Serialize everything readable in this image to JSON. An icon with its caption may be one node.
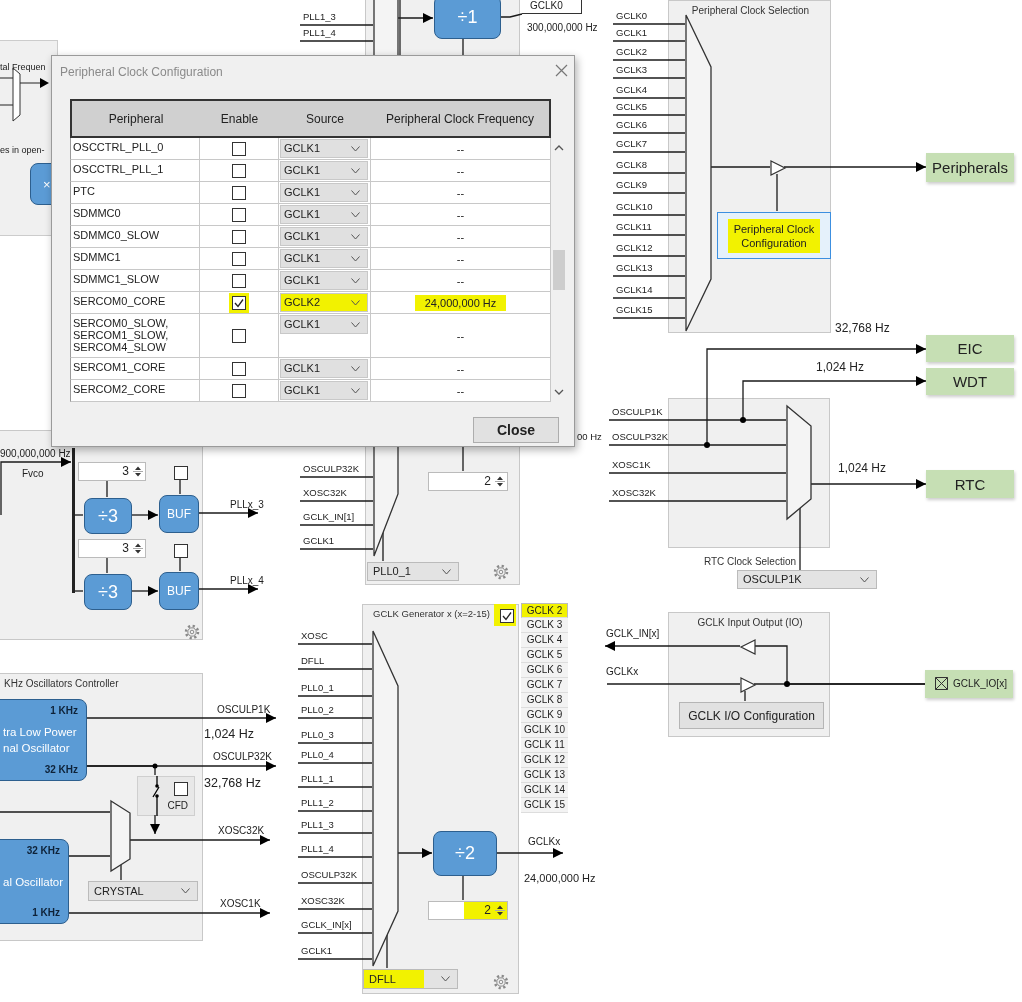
{
  "diagram": {
    "nodes": [
      {
        "text": [
          "Peripheral Clock Configuration"
        ]
      },
      {
        "text": [
          "Close"
        ],
        "in": 0
      },
      {
        "text": [],
        "shape": "box"
      },
      {
        "text": [
          "÷1"
        ],
        "in": 2
      },
      {
        "text": [],
        "shape": "trapezoid",
        "in": 2
      },
      {
        "text": [
          "2"
        ],
        "in": 2
      },
      {
        "text": [
          "PLL0_1"
        ],
        "in": 2
      },
      {
        "text": [
          "GCLK0"
        ]
      },
      {
        "text": [],
        "shape": "box"
      },
      {
        "text": [
          "÷3"
        ],
        "in": 8
      },
      {
        "text": [
          "BUF"
        ],
        "in": 8
      },
      {
        "text": [
          "÷3"
        ],
        "in": 8
      },
      {
        "text": [
          "BUF"
        ],
        "in": 8
      },
      {
        "text": [
          "3"
        ],
        "in": 8
      },
      {
        "text": [
          "3"
        ],
        "in": 8
      },
      {
        "text": [
          "KHz Oscillators Controller"
        ]
      },
      {
        "text": [
          "1 KHz",
          "tra Low Power nal Oscillator",
          "32 KHz"
        ],
        "in": 15
      },
      {
        "text": [
          "32 KHz",
          "al Oscillator",
          "1 KHz"
        ],
        "in": 15
      },
      {
        "text": [],
        "shape": "trapezoid",
        "in": 15
      },
      {
        "text": [
          "CFD"
        ],
        "in": 15
      },
      {
        "text": [
          "CRYSTAL"
        ],
        "in": 15
      },
      {
        "text": [
          "GCLK Generator x (x=2-15)"
        ]
      },
      {
        "text": [],
        "shape": "trapezoid",
        "in": 21
      },
      {
        "text": [
          "÷2"
        ],
        "in": 21
      },
      {
        "text": [
          "2"
        ],
        "in": 21
      },
      {
        "text": [
          "DFLL"
        ],
        "in": 21
      },
      {
        "text": [
          "Peripheral Clock Selection"
        ]
      },
      {
        "text": [],
        "shape": "trapezoid",
        "in": 26
      },
      {
        "text": [
          "Peripheral Clock Configuration"
        ],
        "in": 26
      },
      {
        "text": [
          "Peripherals"
        ]
      },
      {
        "text": [
          "EIC"
        ]
      },
      {
        "text": [
          "WDT"
        ]
      },
      {
        "text": [
          "RTC Clock Selection"
        ]
      },
      {
        "text": [],
        "shape": "trapezoid",
        "in": 32
      },
      {
        "text": [
          "OSCULP1K"
        ]
      },
      {
        "text": [
          "RTC"
        ]
      },
      {
        "text": [
          "GCLK Input Output (IO)"
        ]
      },
      {
        "text": [
          "GCLK I/O Configuration"
        ],
        "in": 36
      },
      {
        "text": [
          "GCLK_IO[x]"
        ]
      },
      {
        "text": [
          "×"
        ]
      },
      {
        "text": [],
        "shape": "bar",
        "in": 8
      },
      {
        "text": [],
        "shape": "checkbox",
        "in": 8
      },
      {
        "text": [],
        "shape": "checkbox",
        "in": 8
      },
      {
        "text": [],
        "shape": "triangle",
        "in": 26
      },
      {
        "text": [],
        "shape": "triangle",
        "in": 36
      },
      {
        "text": [],
        "shape": "triangle",
        "in": 36
      }
    ],
    "edges": [
      {
        "from": null,
        "to": 4,
        "arrow": "none",
        "label": "PLL1_3"
      },
      {
        "from": null,
        "to": 4,
        "arrow": "none",
        "label": "PLL1_4"
      },
      {
        "from": null,
        "to": 4,
        "arrow": "none",
        "label": "OSCULP32K"
      },
      {
        "from": null,
        "to": 4,
        "arrow": "none",
        "label": "XOSC32K"
      },
      {
        "from": null,
        "to": 4,
        "arrow": "none",
        "label": "GCLK_IN[1]"
      },
      {
        "from": null,
        "to": 4,
        "arrow": "none",
        "label": "GCLK1"
      },
      {
        "from": 4,
        "to": 3,
        "arrow": "to"
      },
      {
        "from": 3,
        "to": 7,
        "arrow": "none"
      },
      {
        "from": 5,
        "to": 3,
        "arrow": "none"
      },
      {
        "from": 6,
        "to": 4,
        "arrow": "none"
      },
      {
        "from": 13,
        "to": 9,
        "arrow": "none"
      },
      {
        "from": 14,
        "to": 11,
        "arrow": "none"
      },
      {
        "from": 9,
        "to": 10,
        "arrow": "to"
      },
      {
        "from": 11,
        "to": 12,
        "arrow": "to"
      },
      {
        "from": 10,
        "to": null,
        "arrow": "to",
        "label": "PLLx_3"
      },
      {
        "from": 12,
        "to": null,
        "arrow": "to",
        "label": "PLLx_4"
      },
      {
        "from": 16,
        "to": null,
        "arrow": "to",
        "label": "OSCULP1K"
      },
      {
        "from": 16,
        "to": null,
        "arrow": "to",
        "label": "OSCULP32K"
      },
      {
        "from": 18,
        "to": null,
        "arrow": "to",
        "label": "XOSC32K"
      },
      {
        "from": 17,
        "to": null,
        "arrow": "to",
        "label": "XOSC1K"
      },
      {
        "from": 17,
        "to": 18,
        "arrow": "none"
      },
      {
        "from": null,
        "to": 18,
        "arrow": "none"
      },
      {
        "from": 20,
        "to": 18,
        "arrow": "none"
      },
      {
        "from": null,
        "to": 22,
        "arrow": "none",
        "label": "XOSC"
      },
      {
        "from": null,
        "to": 22,
        "arrow": "none",
        "label": "DFLL"
      },
      {
        "from": null,
        "to": 22,
        "arrow": "none",
        "label": "PLL0_1"
      },
      {
        "from": null,
        "to": 22,
        "arrow": "none",
        "label": "PLL0_2"
      },
      {
        "from": null,
        "to": 22,
        "arrow": "none",
        "label": "PLL0_3"
      },
      {
        "from": null,
        "to": 22,
        "arrow": "none",
        "label": "PLL0_4"
      },
      {
        "from": null,
        "to": 22,
        "arrow": "none",
        "label": "PLL1_1"
      },
      {
        "from": null,
        "to": 22,
        "arrow": "none",
        "label": "PLL1_2"
      },
      {
        "from": null,
        "to": 22,
        "arrow": "none",
        "label": "PLL1_3"
      },
      {
        "from": null,
        "to": 22,
        "arrow": "none",
        "label": "PLL1_4"
      },
      {
        "from": null,
        "to": 22,
        "arrow": "none",
        "label": "OSCULP32K"
      },
      {
        "from": null,
        "to": 22,
        "arrow": "none",
        "label": "XOSC32K"
      },
      {
        "from": null,
        "to": 22,
        "arrow": "none",
        "label": "GCLK_IN[x]"
      },
      {
        "from": null,
        "to": 22,
        "arrow": "none",
        "label": "GCLK1"
      },
      {
        "from": 22,
        "to": 23,
        "arrow": "to"
      },
      {
        "from": 23,
        "to": null,
        "arrow": "to",
        "label": "GCLKx"
      },
      {
        "from": 24,
        "to": 23,
        "arrow": "none"
      },
      {
        "from": 25,
        "to": 22,
        "arrow": "none"
      },
      {
        "from": null,
        "to": 27,
        "arrow": "none",
        "label": "GCLK0"
      },
      {
        "from": null,
        "to": 27,
        "arrow": "none",
        "label": "GCLK1"
      },
      {
        "from": null,
        "to": 27,
        "arrow": "none",
        "label": "GCLK2"
      },
      {
        "from": null,
        "to": 27,
        "arrow": "none",
        "label": "GCLK3"
      },
      {
        "from": null,
        "to": 27,
        "arrow": "none",
        "label": "GCLK4"
      },
      {
        "from": null,
        "to": 27,
        "arrow": "none",
        "label": "GCLK5"
      },
      {
        "from": null,
        "to": 27,
        "arrow": "none",
        "label": "GCLK6"
      },
      {
        "from": null,
        "to": 27,
        "arrow": "none",
        "label": "GCLK7"
      },
      {
        "from": null,
        "to": 27,
        "arrow": "none",
        "label": "GCLK8"
      },
      {
        "from": null,
        "to": 27,
        "arrow": "none",
        "label": "GCLK9"
      },
      {
        "from": null,
        "to": 27,
        "arrow": "none",
        "label": "GCLK10"
      },
      {
        "from": null,
        "to": 27,
        "arrow": "none",
        "label": "GCLK11"
      },
      {
        "from": null,
        "to": 27,
        "arrow": "none",
        "label": "GCLK12"
      },
      {
        "from": null,
        "to": 27,
        "arrow": "none",
        "label": "GCLK13"
      },
      {
        "from": null,
        "to": 27,
        "arrow": "none",
        "label": "GCLK14"
      },
      {
        "from": null,
        "to": 27,
        "arrow": "none",
        "label": "GCLK15"
      },
      {
        "from": 27,
        "to": 43,
        "arrow": "none"
      },
      {
        "from": null,
        "to": 30,
        "arrow": "to",
        "label": "32,768 Hz"
      },
      {
        "from": null,
        "to": 31,
        "arrow": "to",
        "label": "1,024 Hz"
      },
      {
        "from": null,
        "to": 33,
        "arrow": "none",
        "label": "OSCULP1K"
      },
      {
        "from": null,
        "to": 33,
        "arrow": "none",
        "label": "OSCULP32K"
      },
      {
        "from": null,
        "to": 33,
        "arrow": "none",
        "label": "XOSC1K"
      },
      {
        "from": null,
        "to": 33,
        "arrow": "none",
        "label": "XOSC32K"
      },
      {
        "from": 33,
        "to": 35,
        "arrow": "to",
        "label": "1,024 Hz"
      },
      {
        "from": 34,
        "to": 33,
        "arrow": "none"
      },
      {
        "from": 38,
        "to": 44,
        "arrow": "none"
      },
      {
        "from": null,
        "to": 45,
        "arrow": "none",
        "label": "GCLKx"
      },
      {
        "from": 43,
        "to": 29,
        "arrow": "to"
      },
      {
        "from": 28,
        "to": 43,
        "arrow": "none"
      },
      {
        "from": 44,
        "to": null,
        "arrow": "to",
        "label": "GCLK_IN[x]"
      },
      {
        "from": 45,
        "to": 38,
        "arrow": "none"
      },
      {
        "from": 37,
        "to": 45,
        "arrow": "none"
      },
      {
        "from": null,
        "to": 40,
        "arrow": "to"
      },
      {
        "from": 40,
        "to": 9,
        "arrow": "none"
      },
      {
        "from": 40,
        "to": 11,
        "arrow": "none"
      },
      {
        "from": 41,
        "to": 10,
        "arrow": "none"
      },
      {
        "from": 42,
        "to": 12,
        "arrow": "none"
      },
      {
        "from": 16,
        "to": 19,
        "arrow": "none"
      },
      {
        "from": 19,
        "to": null,
        "arrow": "to"
      }
    ],
    "labels": [
      "tal Frequen",
      "es in open-",
      "300,000,000 Hz",
      "00 Hz",
      "900,000,000 Hz",
      "Fvco",
      "1,024 Hz",
      "32,768 Hz",
      "24,000,000 Hz",
      "GCLK 2",
      "GCLK 3",
      "GCLK 4",
      "GCLK 5",
      "GCLK 6",
      "GCLK 7",
      "GCLK 8",
      "GCLK 9",
      "GCLK 10",
      "GCLK 11",
      "GCLK 12",
      "GCLK 13",
      "GCLK 14",
      "GCLK 15",
      "Peripheral",
      "Enable",
      "Source",
      "Peripheral Clock Frequency",
      "OSCCTRL_PLL_0",
      "GCLK1",
      "--",
      "OSCCTRL_PLL_1",
      "GCLK1",
      "--",
      "PTC",
      "GCLK1",
      "--",
      "SDMMC0",
      "GCLK1",
      "--",
      "SDMMC0_SLOW",
      "GCLK1",
      "--",
      "SDMMC1",
      "GCLK1",
      "--",
      "SDMMC1_SLOW",
      "GCLK1",
      "--",
      "SERCOM0_CORE",
      "GCLK2",
      "24,000,000 Hz",
      "SERCOM0_SLOW, SERCOM1_SLOW, SERCOM4_SLOW",
      "GCLK1",
      "--",
      "SERCOM1_CORE",
      "GCLK1",
      "--",
      "SERCOM2_CORE",
      "GCLK1",
      "--"
    ]
  }
}
